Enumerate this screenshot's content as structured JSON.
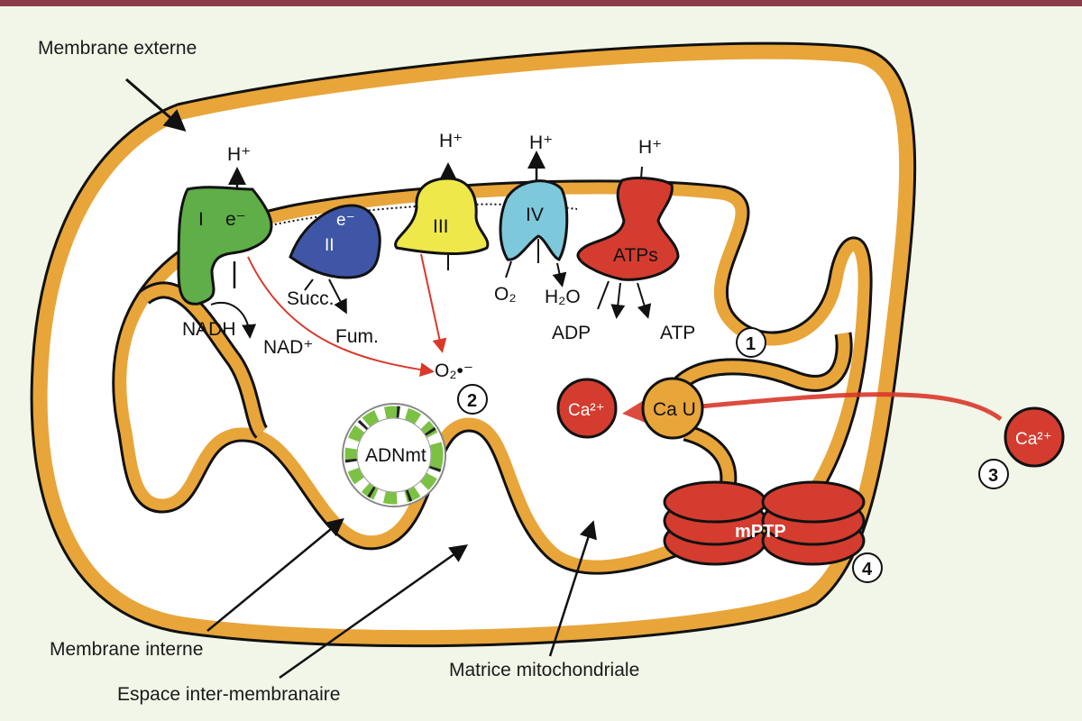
{
  "labels": {
    "outer_membrane": "Membrane externe",
    "inner_membrane": "Membrane interne",
    "intermembrane_space": "Espace inter-membranaire",
    "matrix": "Matrice mitochondriale"
  },
  "complexes": {
    "c1": {
      "name": "I",
      "electron": "e⁻",
      "proton": "H⁺",
      "substrate": "NADH",
      "product": "NAD⁺"
    },
    "c2": {
      "name": "II",
      "electron": "e⁻",
      "substrate": "Succ.",
      "product": "Fum."
    },
    "c3": {
      "name": "III",
      "proton": "H⁺"
    },
    "c4": {
      "name": "IV",
      "proton": "H⁺",
      "substrate": "O₂",
      "product": "H₂O"
    },
    "atps": {
      "name": "ATPs",
      "proton": "H⁺",
      "substrate": "ADP",
      "product": "ATP"
    }
  },
  "superoxide": "O₂•⁻",
  "mtdna": "ADNmt",
  "calcium": {
    "uniporter": "Ca U",
    "ion_inside": "Ca²⁺",
    "ion_outside": "Ca²⁺"
  },
  "mptp": "mPTP",
  "markers": [
    "1",
    "2",
    "3",
    "4"
  ],
  "colors": {
    "membrane": "#e8a53a",
    "complex_I": "#5fae48",
    "complex_II": "#3f56a6",
    "complex_III": "#eee84a",
    "complex_IV": "#7ec8dc",
    "atp_synthase": "#d43c2f",
    "ros_arrow": "#d9382a",
    "background": "#f1f6e8",
    "top_bar": "#8c3b4a"
  }
}
